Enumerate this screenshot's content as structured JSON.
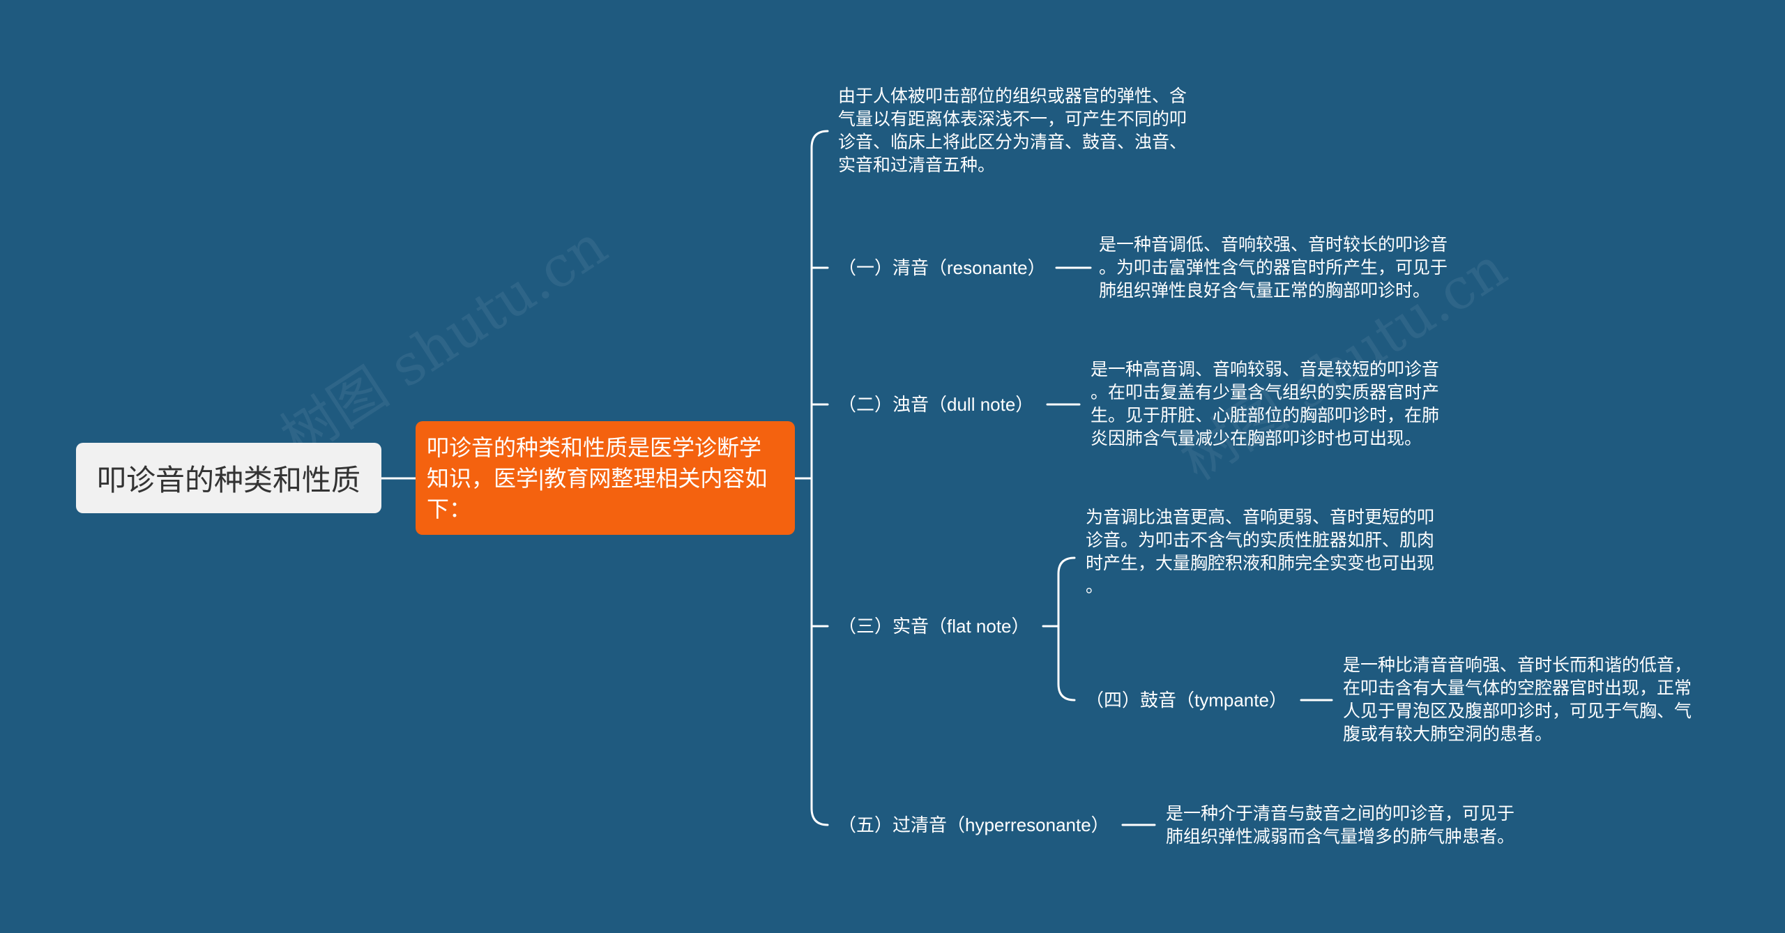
{
  "watermark": "树图 shutu.cn",
  "colors": {
    "background": "#1f5a7f",
    "accent": "#f4620f",
    "root_bg": "#f1f1f1",
    "root_text": "#333333",
    "line": "#ffffff",
    "text": "#ffffff"
  },
  "root": {
    "label": "叩诊音的种类和性质"
  },
  "summary": {
    "lines": [
      "叩诊音的种类和性质是医学诊断学",
      "知识，医学|教育网整理相关内容如",
      "下："
    ]
  },
  "branches": {
    "intro": {
      "lines": [
        "由于人体被叩击部位的组织或器官的弹性、含",
        "气量以有距离体表深浅不一，可产生不同的叩",
        "诊音、临床上将此区分为清音、鼓音、浊音、",
        "实音和过清音五种。"
      ]
    },
    "resonant": {
      "label": "（一）清音（resonante）",
      "detail": [
        "是一种音调低、音响较强、音时较长的叩诊音",
        "。为叩击富弹性含气的器官时所产生，可见于",
        "肺组织弹性良好含气量正常的胸部叩诊时。"
      ]
    },
    "dull": {
      "label": "（二）浊音（dull note）",
      "detail": [
        "是一种高音调、音响较弱、音是较短的叩诊音",
        "。在叩击复盖有少量含气组织的实质器官时产",
        "生。见于肝脏、心脏部位的胸部叩诊时，在肺",
        "炎因肺含气量减少在胸部叩诊时也可出现。"
      ]
    },
    "flat": {
      "label": "（三）实音（flat note）",
      "detail": [
        "为音调比浊音更高、音响更弱、音时更短的叩",
        "诊音。为叩击不含气的实质性脏器如肝、肌肉",
        "时产生，大量胸腔积液和肺完全实变也可出现",
        "。"
      ],
      "child": {
        "label": "（四）鼓音（tympante）",
        "detail": [
          "是一种比清音音响强、音时长而和谐的低音，",
          "在叩击含有大量气体的空腔器官时出现，正常",
          "人见于胃泡区及腹部叩诊时，可见于气胸、气",
          "腹或有较大肺空洞的患者。"
        ]
      }
    },
    "hyper": {
      "label": "（五）过清音（hyperresonante）",
      "detail": [
        "是一种介于清音与鼓音之间的叩诊音，可见于",
        "肺组织弹性减弱而含气量增多的肺气肿患者。"
      ]
    }
  }
}
